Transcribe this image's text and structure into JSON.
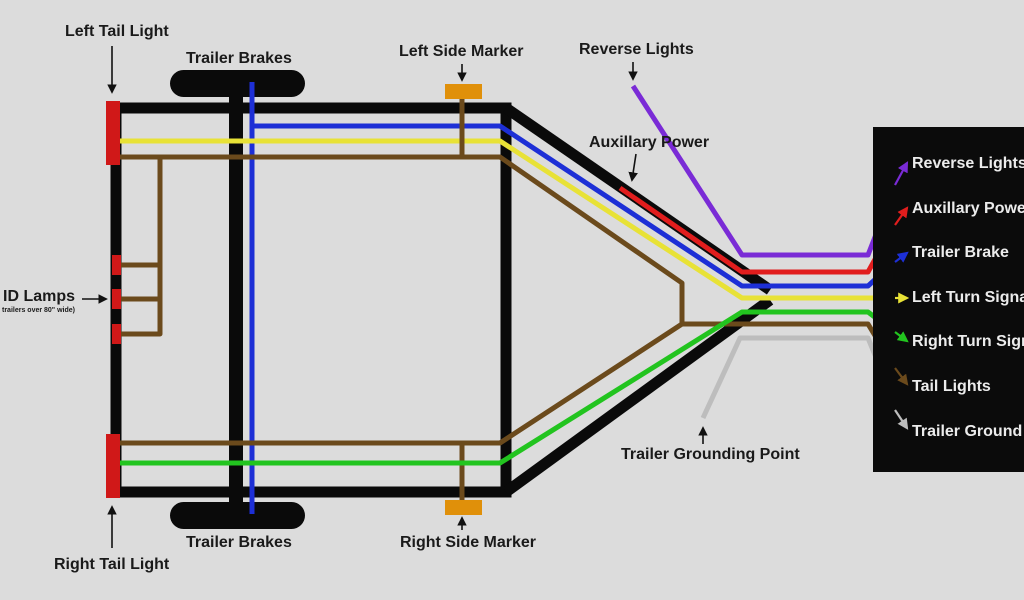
{
  "labels": {
    "left_tail_light": "Left Tail Light",
    "trailer_brakes_top": "Trailer Brakes",
    "left_side_marker": "Left Side Marker",
    "reverse_lights": "Reverse Lights",
    "auxillary_power": "Auxillary Power",
    "id_lamps": "ID Lamps",
    "id_lamps_note": "trailers over 80\" wide)",
    "trailer_grounding_point": "Trailer Grounding Point",
    "right_tail_light": "Right Tail Light",
    "trailer_brakes_bottom": "Trailer Brakes",
    "right_side_marker": "Right Side Marker"
  },
  "connector": {
    "items": [
      {
        "label": "Reverse Lights",
        "color": "#7a2bd6"
      },
      {
        "label": "Auxillary Power",
        "color": "#e11d1d"
      },
      {
        "label": "Trailer Brake",
        "color": "#1d2fd6"
      },
      {
        "label": "Left Turn Signal",
        "color": "#e8e236"
      },
      {
        "label": "Right Turn Signal",
        "color": "#22c41f"
      },
      {
        "label": "Tail Lights",
        "color": "#6b4a1c"
      },
      {
        "label": "Trailer Ground",
        "color": "#bdbdbd"
      }
    ]
  },
  "colors": {
    "frame": "#0a0a0a",
    "tail_light": "#d01818",
    "side_marker": "#e0900a",
    "background": "#dcdcdc"
  }
}
